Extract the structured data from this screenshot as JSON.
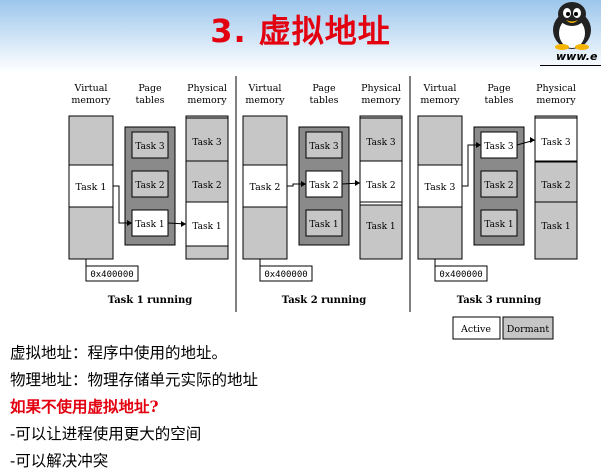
{
  "header": {
    "title": "3. 虚拟地址",
    "url": "www.e"
  },
  "diagram": {
    "col_headers": {
      "virtual": [
        "Virtual",
        "memory"
      ],
      "page": [
        "Page",
        "tables"
      ],
      "physical": [
        "Physical",
        "memory"
      ]
    },
    "panels": [
      {
        "caption": "Task 1 running",
        "address": "0x400000",
        "virtual_task": "Task 1",
        "page_entries": [
          "Task 3",
          "Task 2",
          "Task 1"
        ],
        "physical_entries": [
          "Task 3",
          "Task 2",
          "Task 1"
        ],
        "active_index": 2
      },
      {
        "caption": "Task 2 running",
        "address": "0x400000",
        "virtual_task": "Task 2",
        "page_entries": [
          "Task 3",
          "Task 2",
          "Task 1"
        ],
        "physical_entries": [
          "Task 3",
          "Task 2",
          "Task 1"
        ],
        "active_index": 1
      },
      {
        "caption": "Task 3 running",
        "address": "0x400000",
        "virtual_task": "Task 3",
        "page_entries": [
          "Task 3",
          "Task 2",
          "Task 1"
        ],
        "physical_entries": [
          "Task 3",
          "Task 2",
          "Task 1"
        ],
        "active_index": 0
      }
    ],
    "legend": {
      "active": "Active",
      "dormant": "Dormant"
    },
    "colors": {
      "dormant": "#c6c6c6",
      "page_table_bg": "#8a8a8a",
      "active": "#ffffff"
    }
  },
  "text": {
    "line1": "虚拟地址：程序中使用的地址。",
    "line2": "物理地址：物理存储单元实际的地址",
    "line3": "如果不使用虚拟地址?",
    "line4": "-可以让进程使用更大的空间",
    "line5": "-可以解决冲突"
  }
}
